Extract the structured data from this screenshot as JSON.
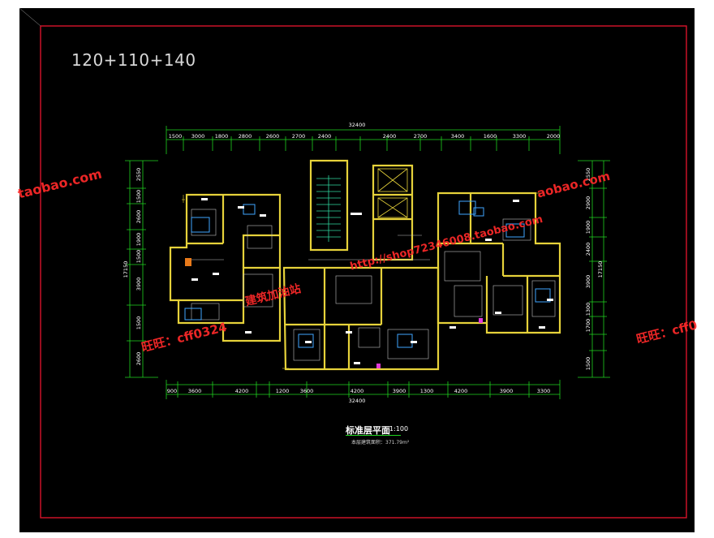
{
  "sheet_title": "120+110+140",
  "overall_dimension_top": "32400",
  "overall_dimension_bottom": "32400",
  "top_dims": [
    "1500",
    "3000",
    "1800",
    "2800",
    "2600",
    "2700",
    "2400",
    "2400",
    "2700",
    "3400",
    "1600",
    "3300",
    "2000"
  ],
  "bottom_dims": [
    "900",
    "3600",
    "4200",
    "1200",
    "3600",
    "4200",
    "3900",
    "1300",
    "4200",
    "3900",
    "3300"
  ],
  "left_dims": [
    "2550",
    "1500",
    "2600",
    "1900",
    "1500",
    "3900",
    "1500",
    "2600"
  ],
  "right_dims": [
    "2550",
    "2900",
    "1900",
    "2400",
    "3900",
    "1300",
    "1700",
    "1500"
  ],
  "left_total": "17150",
  "right_total": "17150",
  "plan_title": "标准层平面",
  "plan_scale": "1:100",
  "plan_note": "本层建筑面积：371.79m²",
  "watermarks": {
    "taobao_left": "taobao.com",
    "taobao_right": "aobao.com",
    "shop_url": "http://shop72346008.taobao.com",
    "wangwang_left": "旺旺：cff0324",
    "wangwang_right": "旺旺：cff0",
    "site_name": "建筑加油站"
  },
  "colors": {
    "background": "#000000",
    "border": "#d8132a",
    "walls": "#e6d23a",
    "dims": "#1fd41f",
    "furniture": "#ffffff",
    "fixtures": "#3fa6ff",
    "watermark": "#ff2a2a"
  }
}
